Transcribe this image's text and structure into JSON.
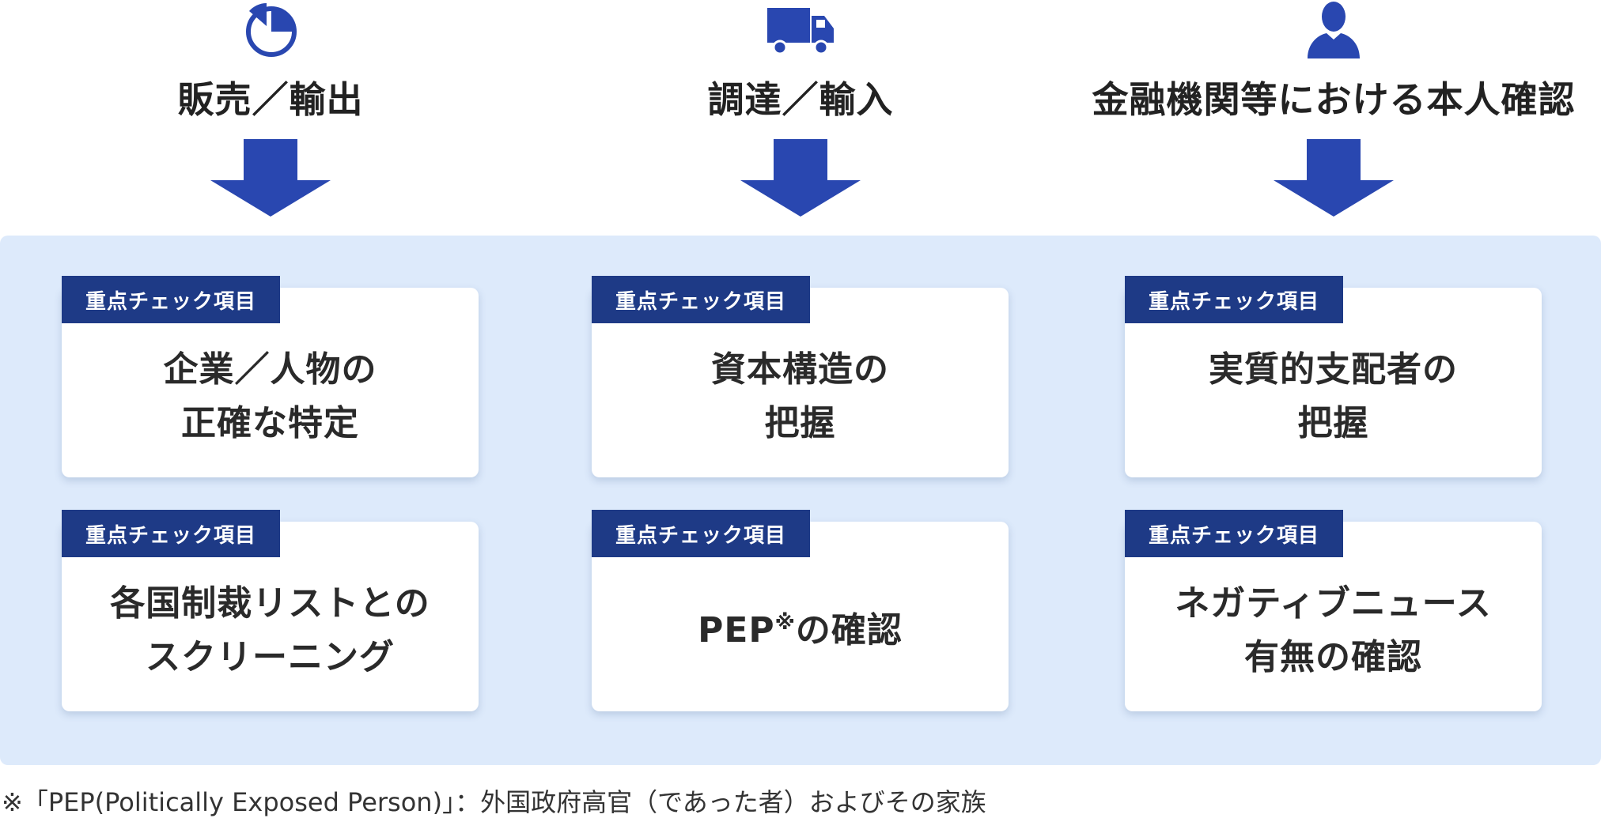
{
  "colors": {
    "accent": "#2947b0",
    "tag_bg": "#1e3a86",
    "panel_bg": "#ddeafb"
  },
  "columns": [
    {
      "title": "販売／輸出",
      "icon": "pie-chart-icon"
    },
    {
      "title": "調達／輸入",
      "icon": "truck-icon"
    },
    {
      "title": "金融機関等における本人確認",
      "icon": "person-icon"
    }
  ],
  "cards": [
    {
      "tag": "重点チェック項目",
      "line1": "企業／人物の",
      "line2": "正確な特定"
    },
    {
      "tag": "重点チェック項目",
      "line1": "資本構造の",
      "line2": "把握"
    },
    {
      "tag": "重点チェック項目",
      "line1": "実質的支配者の",
      "line2": "把握"
    },
    {
      "tag": "重点チェック項目",
      "line1": "各国制裁リストとの",
      "line2": "スクリーニング"
    },
    {
      "tag": "重点チェック項目",
      "line1": "PEP",
      "mark": "※",
      "line1_suffix": "の確認"
    },
    {
      "tag": "重点チェック項目",
      "line1": "ネガティブニュース",
      "line2": "有無の確認"
    }
  ],
  "footnote": "※「PEP(Politically Exposed Person)」：外国政府高官（であった者）およびその家族"
}
